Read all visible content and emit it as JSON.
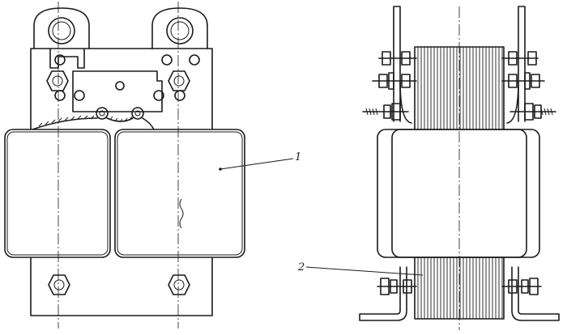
{
  "drawing": {
    "views": [
      "front-view",
      "side-view"
    ],
    "callouts": [
      {
        "id": "1",
        "text": "1",
        "target": "coil"
      },
      {
        "id": "2",
        "text": "2",
        "target": "core-laminations"
      }
    ]
  },
  "colors": {
    "ink": "#1a1a1a",
    "paper": "#ffffff"
  }
}
